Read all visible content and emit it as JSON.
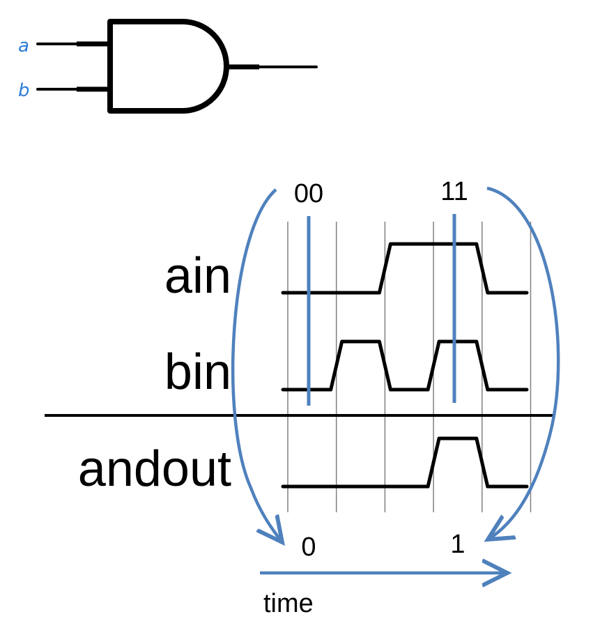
{
  "colors": {
    "ink": "#000000",
    "accent": "#4f81bd",
    "grid": "#808080",
    "hand_label": "#2b7bd6"
  },
  "gate": {
    "type": "AND",
    "inputs": [
      "a",
      "b"
    ]
  },
  "timing": {
    "signals": [
      {
        "name": "ain",
        "values": [
          0,
          0,
          1,
          1,
          0
        ]
      },
      {
        "name": "bin",
        "values": [
          0,
          1,
          0,
          1,
          0
        ]
      },
      {
        "name": "andout",
        "values": [
          0,
          0,
          0,
          1,
          0
        ]
      }
    ],
    "num_periods": 5,
    "annotations": {
      "input_sample_left": "00",
      "input_sample_right": "11",
      "output_left": "0",
      "output_right": "1"
    },
    "axis_label": "time"
  }
}
